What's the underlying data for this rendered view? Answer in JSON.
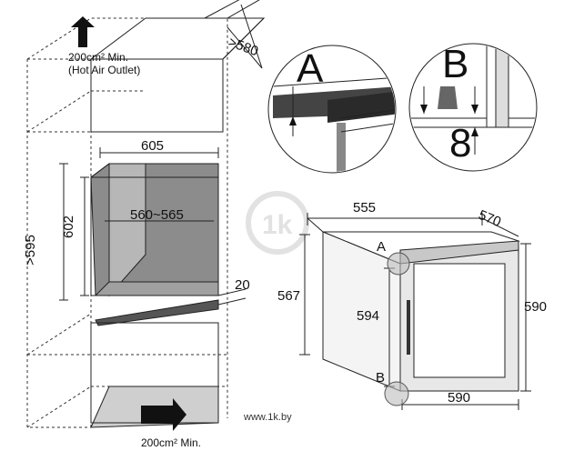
{
  "left_cabinet": {
    "top_vent_label_line1": "200cm² Min.",
    "top_vent_label_line2": "(Hot Air Outlet)",
    "depth": ">580",
    "width": "605",
    "niche_width": "560~565",
    "niche_height": "602",
    "overall_height": ">595",
    "ledge": "20",
    "bottom_vent_label": "200cm² Min."
  },
  "detail_a": {
    "letter": "A"
  },
  "detail_b": {
    "letter": "B",
    "gap": "8"
  },
  "appliance": {
    "width": "555",
    "depth": "570",
    "height_left": "567",
    "door_height": "594",
    "height_right": "590",
    "door_width": "590",
    "marker_a": "A",
    "marker_b": "B"
  },
  "watermark": {
    "text": "www.1k.by",
    "logo_text": "1k"
  },
  "colors": {
    "niche_fill": "#8c8c8c",
    "dark_fill": "#6e6e6e",
    "line": "#222222"
  }
}
